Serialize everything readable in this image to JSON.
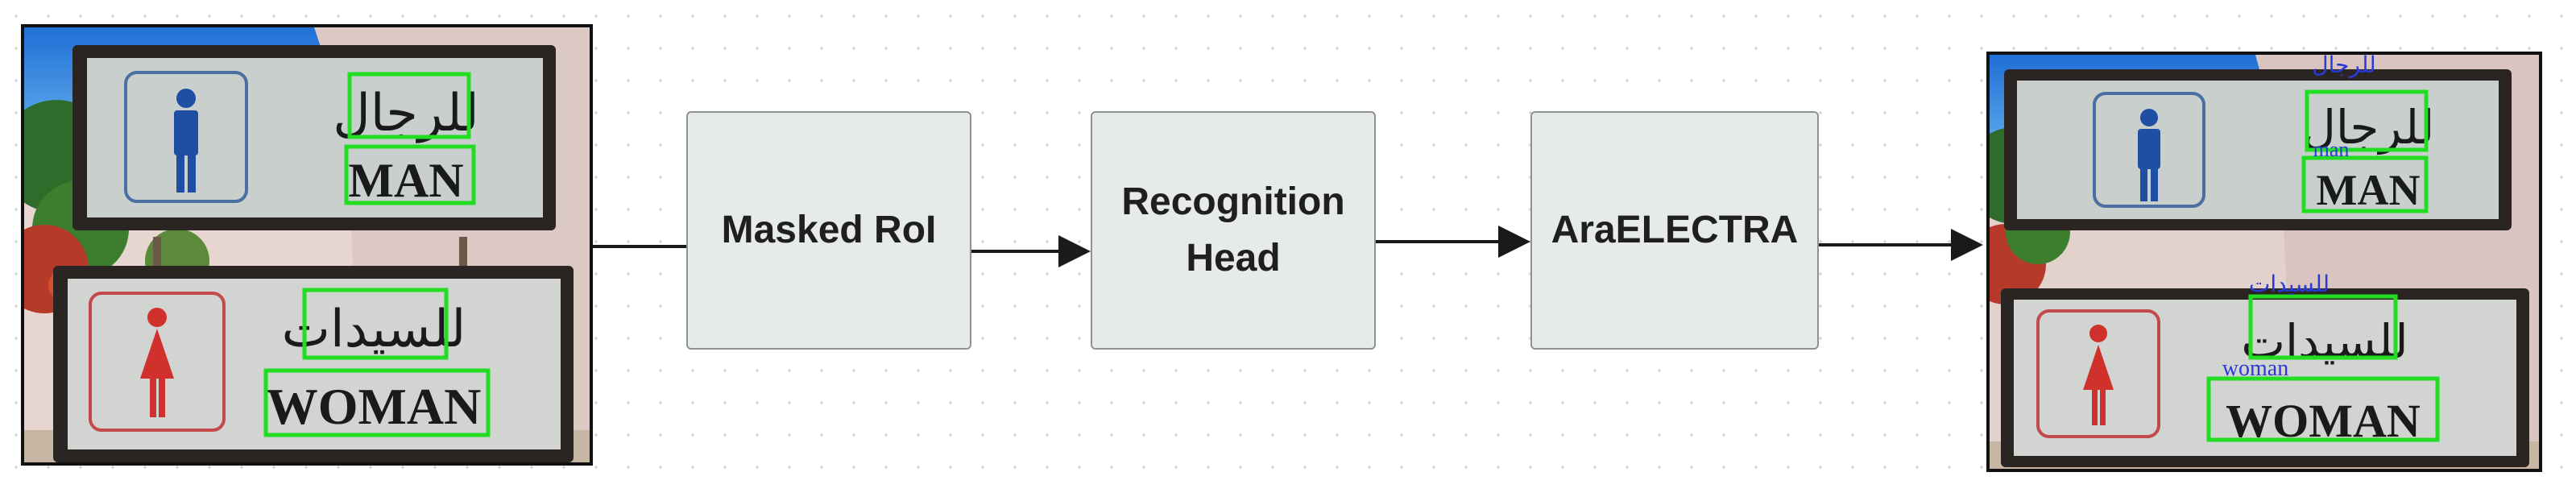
{
  "pipeline": {
    "steps": [
      {
        "label": "Masked RoI"
      },
      {
        "label": "Recognition\nHead"
      },
      {
        "label": "AraELECTRA"
      }
    ]
  },
  "input_image": {
    "sign_top": {
      "arabic": "للرجال",
      "english": "MAN"
    },
    "sign_bottom": {
      "arabic": "للسيدات",
      "english": "WOMAN"
    }
  },
  "output_image": {
    "sign_top": {
      "arabic": "للرجال",
      "english": "MAN",
      "arabic_prediction": "للرجال",
      "english_prediction": "man"
    },
    "sign_bottom": {
      "arabic": "للسيدات",
      "english": "WOMAN",
      "arabic_prediction": "للسيدات",
      "english_prediction": "woman"
    }
  },
  "colors": {
    "detection_box": "#22dd22",
    "prediction_text": "#2a3ad8",
    "sign_frame": "#2a2522",
    "sign_face": "#c9cfcd",
    "man_icon": "#1f4fa3",
    "woman_icon": "#d0312d",
    "node_fill": "#e7eaeb",
    "node_border": "#8e9294"
  }
}
